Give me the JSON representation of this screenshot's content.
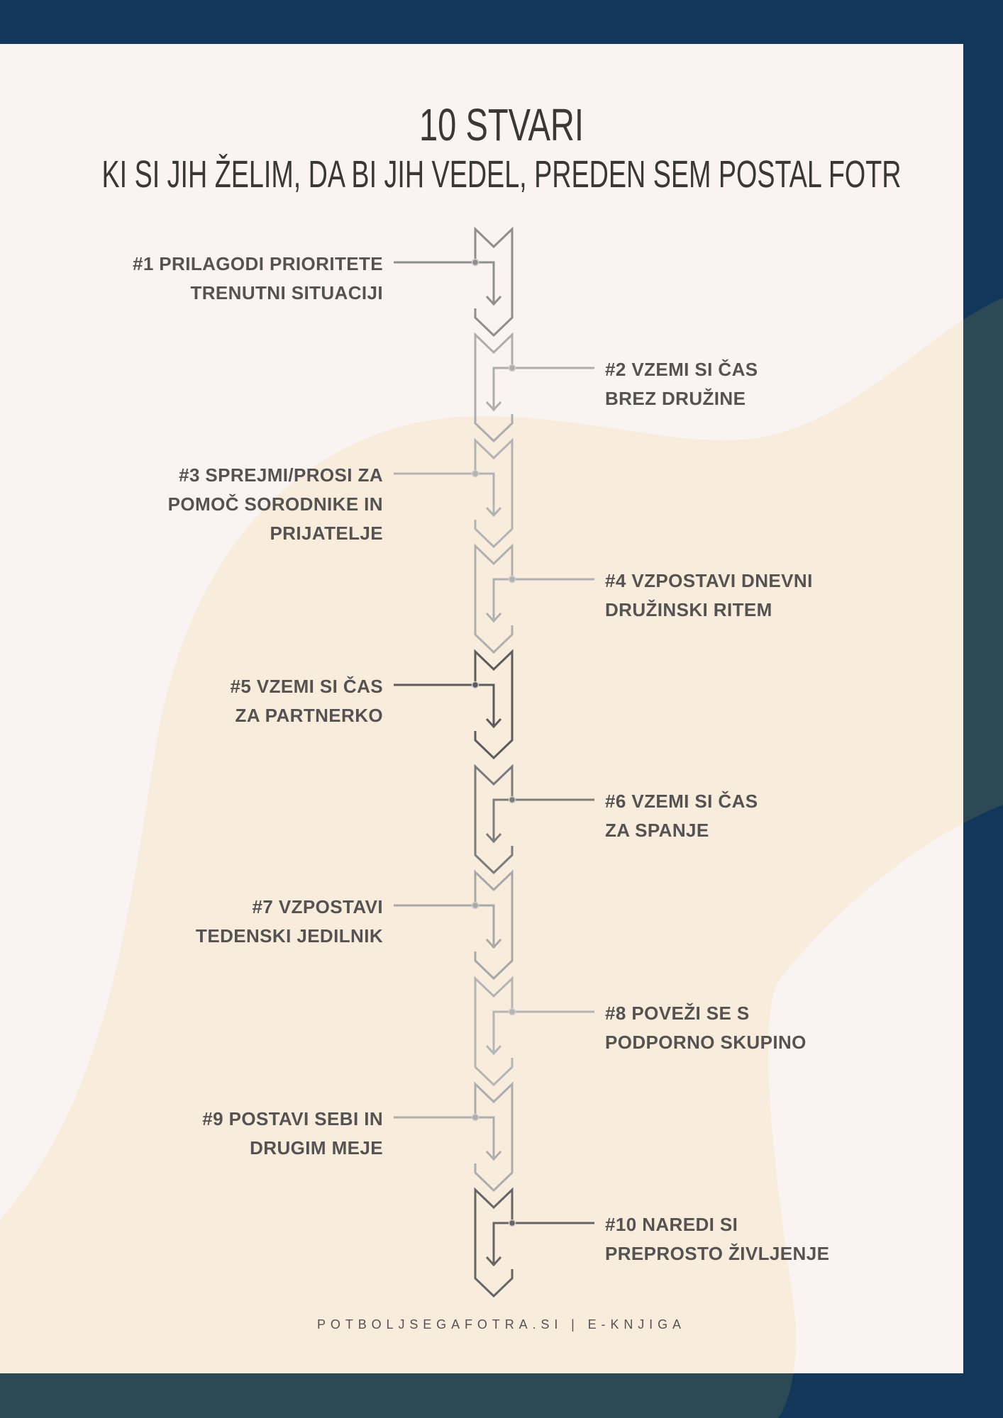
{
  "header": {
    "title": "10 STVARI",
    "subtitle": "KI SI JIH ŽELIM, DA BI JIH VEDEL, PREDEN SEM POSTAL FOTR"
  },
  "colors": {
    "navy": "#12375a",
    "teal": "#2c4a55",
    "paper": "#f9f4f1",
    "cream": "#f8ecdd",
    "text": "#555352"
  },
  "items": [
    {
      "side": "left",
      "color": "#8e8e8e",
      "lines": [
        "#1 PRILAGODI PRIORITETE",
        "TRENUTNI SITUACIJI"
      ]
    },
    {
      "side": "right",
      "color": "#adadad",
      "lines": [
        "#2 VZEMI SI ČAS",
        "BREZ DRUŽINE"
      ]
    },
    {
      "side": "left",
      "color": "#b3b3b3",
      "lines": [
        "#3 SPREJMI/PROSI ZA",
        "POMOČ  SORODNIKE IN",
        "PRIJATELJE"
      ]
    },
    {
      "side": "right",
      "color": "#b0b0b0",
      "lines": [
        "#4 VZPOSTAVI DNEVNI",
        "DRUŽINSKI RITEM"
      ]
    },
    {
      "side": "left",
      "color": "#5c5c5c",
      "lines": [
        "#5 VZEMI SI ČAS",
        "ZA PARTNERKO"
      ]
    },
    {
      "side": "right",
      "color": "#7c7c7c",
      "lines": [
        "#6 VZEMI SI ČAS",
        "ZA SPANJE"
      ]
    },
    {
      "side": "left",
      "color": "#a8a8a8",
      "lines": [
        "#7 VZPOSTAVI",
        "TEDENSKI JEDILNIK"
      ]
    },
    {
      "side": "right",
      "color": "#b5b5b5",
      "lines": [
        "#8 POVEŽI SE S",
        "PODPORNO SKUPINO"
      ]
    },
    {
      "side": "left",
      "color": "#adadad",
      "lines": [
        "#9 POSTAVI SEBI IN",
        "DRUGIM MEJE"
      ]
    },
    {
      "side": "right",
      "color": "#666666",
      "lines": [
        "#10 NAREDI SI",
        "PREPROSTO ŽIVLJENJE"
      ]
    }
  ],
  "footer": "POTBOLJSEGAFOTRA.SI  |  E-KNJIGA"
}
